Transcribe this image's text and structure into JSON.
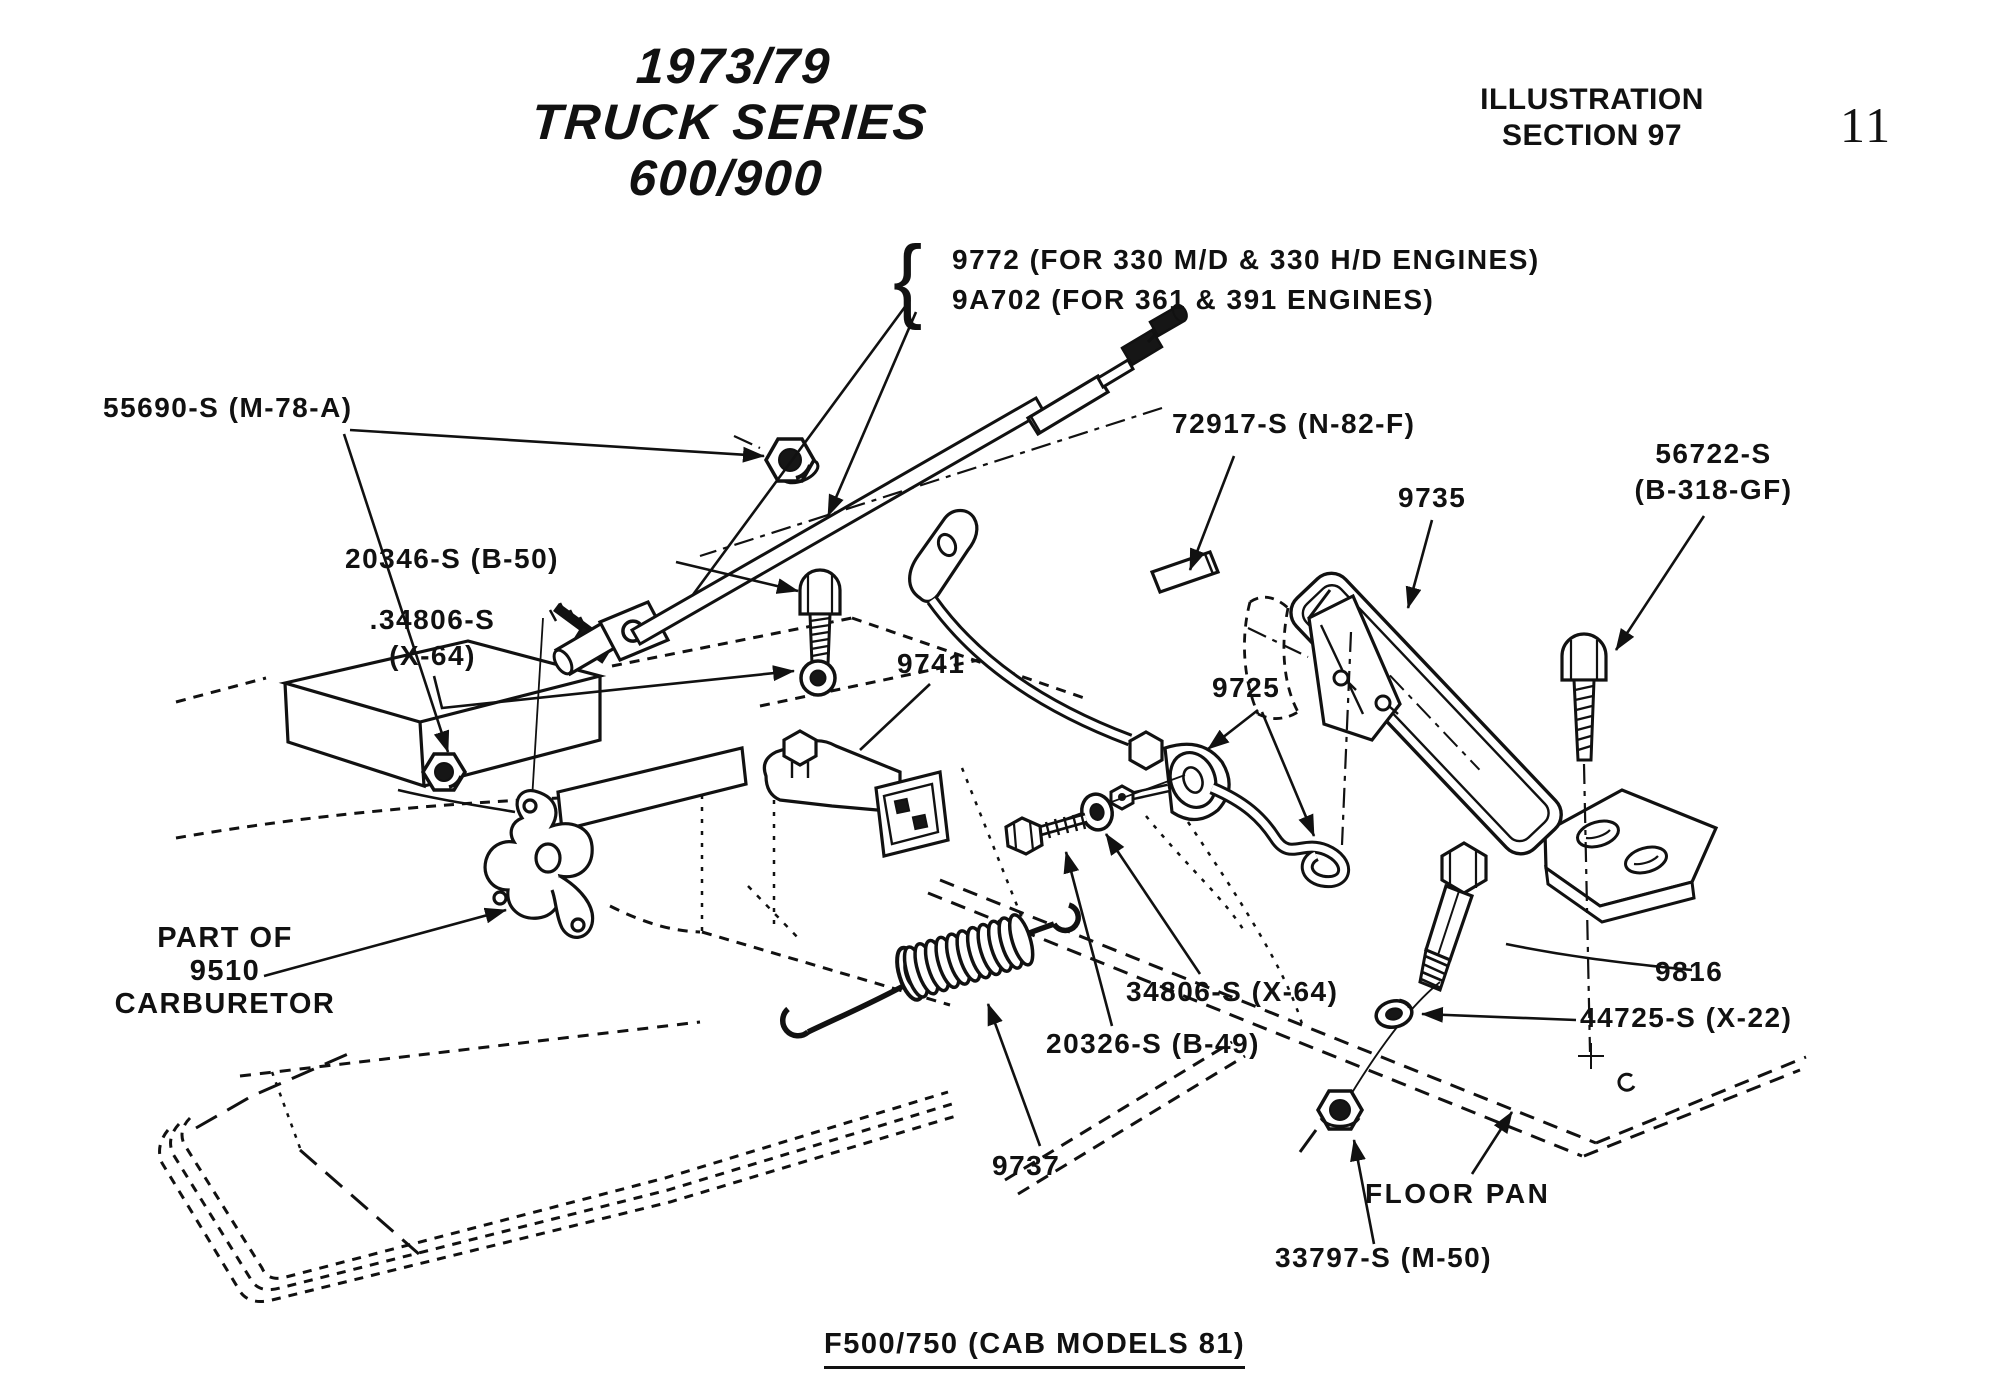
{
  "page": {
    "title_line1": "1973/79",
    "title_line2": "TRUCK SERIES 600/900",
    "section_line1": "ILLUSTRATION",
    "section_line2": "SECTION 97",
    "page_number": "11",
    "caption": "F500/750 (CAB MODELS 81)"
  },
  "colors": {
    "ink": "#111111",
    "paper": "#ffffff"
  },
  "labels": {
    "rod_option_brace": "{",
    "rod_option_1": "9772 (FOR 330 M/D & 330 H/D ENGINES)",
    "rod_option_2": "9A702 (FOR 361 & 391 ENGINES)",
    "nut_rod": "55690-S (M-78-A)",
    "bolt_bracket": "20346-S (B-50)",
    "washer_upper_1": ".34806-S",
    "washer_upper_2": "(X-64)",
    "bracket": "9741",
    "pin": "72917-S (N-82-F)",
    "pedal": "9735",
    "bolt_pedal_1": "56722-S",
    "bolt_pedal_2": "(B-318-GF)",
    "bellcrank": "9725",
    "carb_1": "PART OF",
    "carb_2": "9510",
    "carb_3": "CARBURETOR",
    "washer_lower": "34806-S (X-64)",
    "bolt_bellcrank": "20326-S (B-49)",
    "spring": "9737",
    "bolt_floor": "9816",
    "washer_floor": "44725-S (X-22)",
    "floor_pan": "FLOOR PAN",
    "nut_floor": "33797-S (M-50)"
  }
}
